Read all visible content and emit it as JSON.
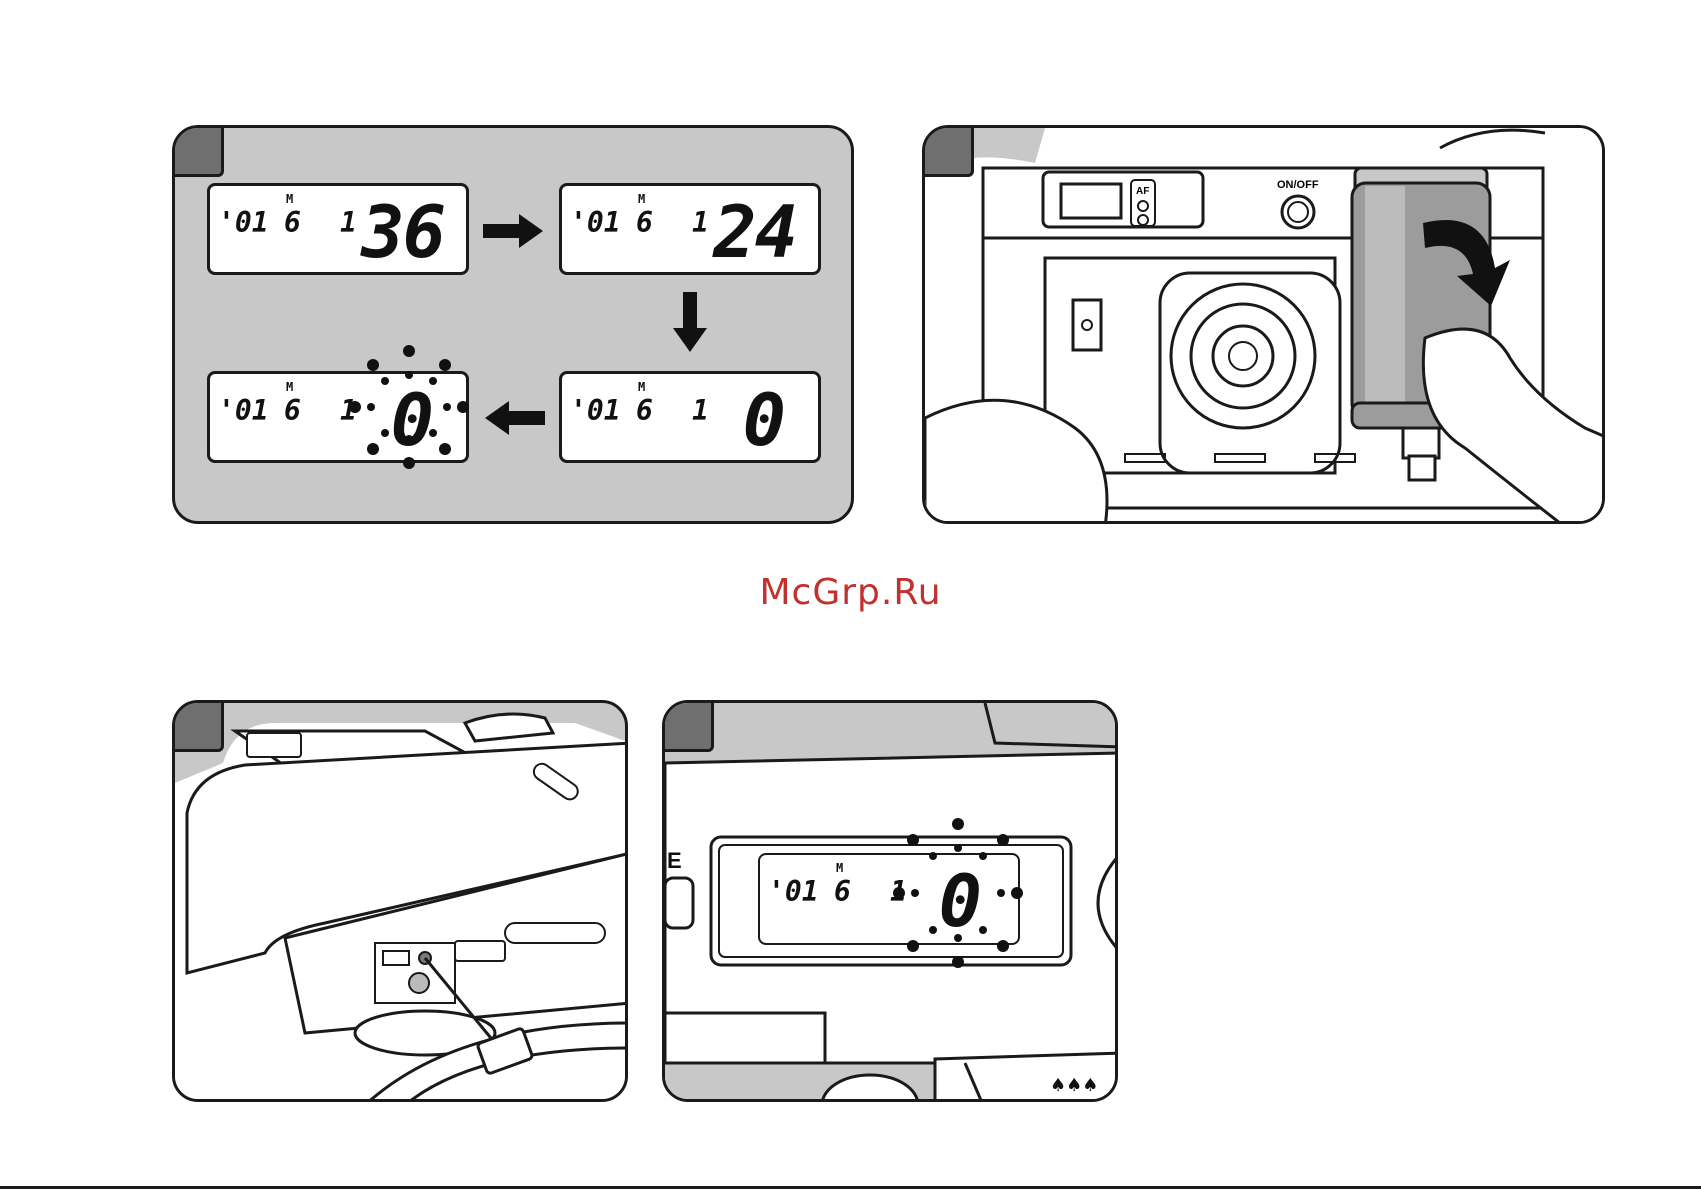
{
  "watermark": "McGrp.Ru",
  "panel1": {
    "displays": [
      {
        "year": "'01",
        "month_mark": "M",
        "month": "6",
        "day": "1",
        "counter": "36"
      },
      {
        "year": "'01",
        "month_mark": "M",
        "month": "6",
        "day": "1",
        "counter": "24"
      },
      {
        "year": "'01",
        "month_mark": "M",
        "month": "6",
        "day": "1",
        "counter": "0"
      },
      {
        "year": "'01",
        "month_mark": "M",
        "month": "6",
        "day": "1",
        "counter": "0"
      }
    ]
  },
  "panel2": {
    "af_label": "AF",
    "onoff_label": "ON/OFF"
  },
  "panel4": {
    "display": {
      "year": "'01",
      "month_mark": "M",
      "month": "6",
      "day": "1",
      "counter": "0"
    },
    "edge_letter": "E",
    "mode_icon": "♠♠♠"
  },
  "colors": {
    "panel_gray": "#c8c8c8",
    "tab_gray": "#6f6f6f",
    "watermark_red": "#c0312f",
    "ink": "#1a1a1a"
  },
  "icons": [
    "arrow-right-icon",
    "arrow-down-icon",
    "arrow-left-icon",
    "blink-dots-icon",
    "camera-illustration",
    "film-cartridge-illustration",
    "rotate-arrow-icon"
  ]
}
